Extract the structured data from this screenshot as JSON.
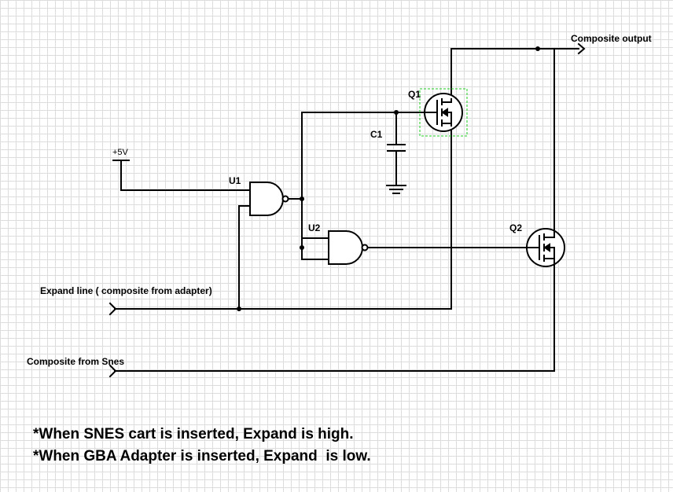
{
  "labels": {
    "composite_output": "Composite output",
    "expand_line": "Expand line ( composite from adapter)",
    "composite_snes": "Composite from Snes",
    "vcc": "+5V",
    "u1": "U1",
    "u2": "U2",
    "q1": "Q1",
    "q2": "Q2",
    "c1": "C1"
  },
  "notes": {
    "line1": "*When SNES cart is inserted, Expand is high.",
    "line2": "*When GBA Adapter is inserted, Expand  is low."
  },
  "colors": {
    "wire": "#000000",
    "selection": "#22cc22",
    "grid": "#dcdcdc"
  }
}
